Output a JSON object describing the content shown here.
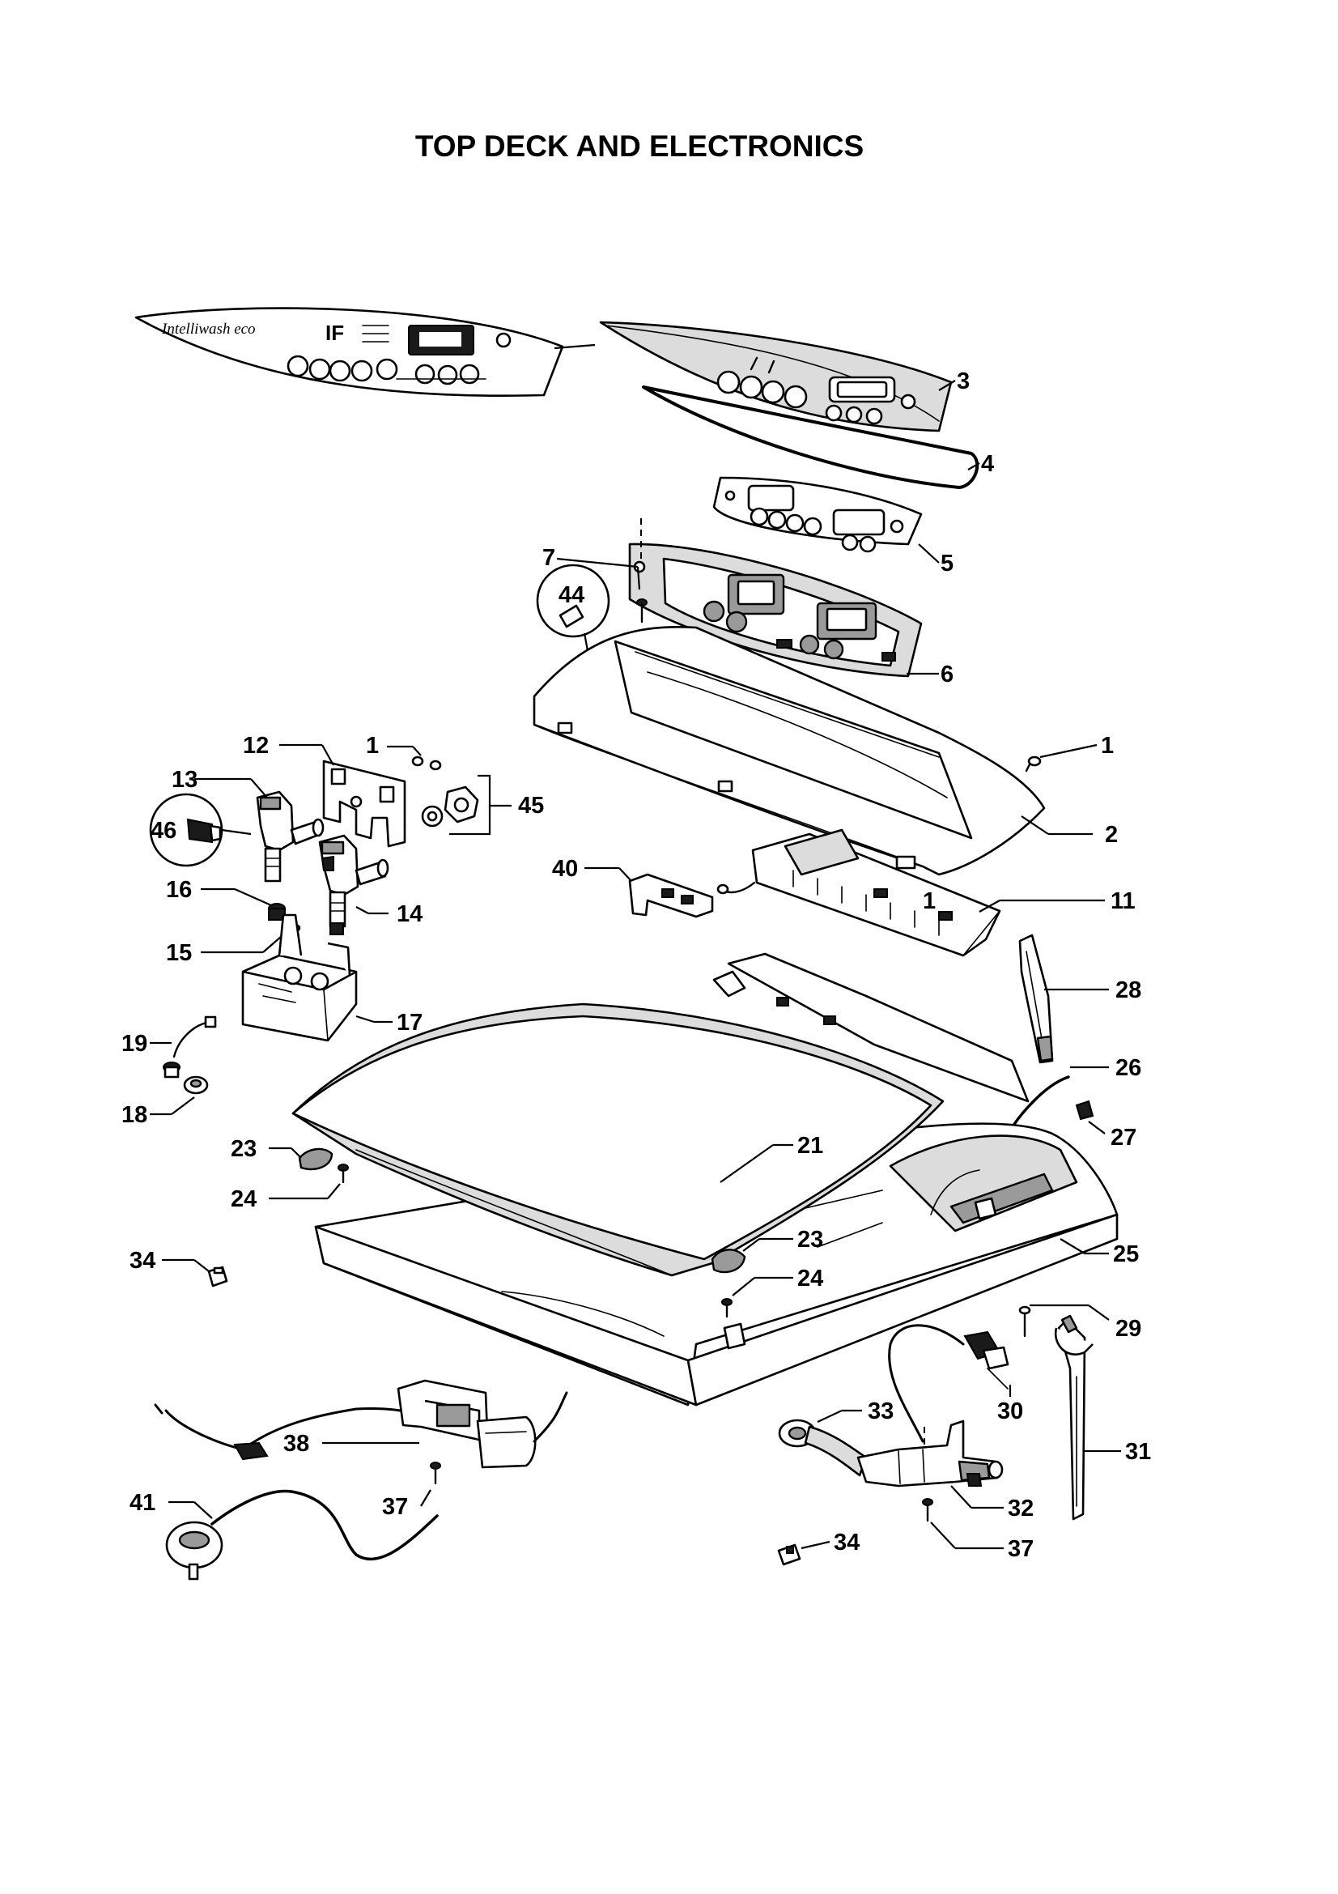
{
  "title": "TOP DECK AND ELECTRONICS",
  "brand_text": "Intelliwash eco",
  "callouts": [
    "1",
    "2",
    "3",
    "4",
    "5",
    "6",
    "7",
    "11",
    "12",
    "13",
    "14",
    "15",
    "16",
    "17",
    "18",
    "19",
    "21",
    "23",
    "24",
    "25",
    "26",
    "27",
    "28",
    "29",
    "30",
    "31",
    "32",
    "33",
    "34",
    "37",
    "38",
    "40",
    "41",
    "44",
    "45",
    "46"
  ]
}
